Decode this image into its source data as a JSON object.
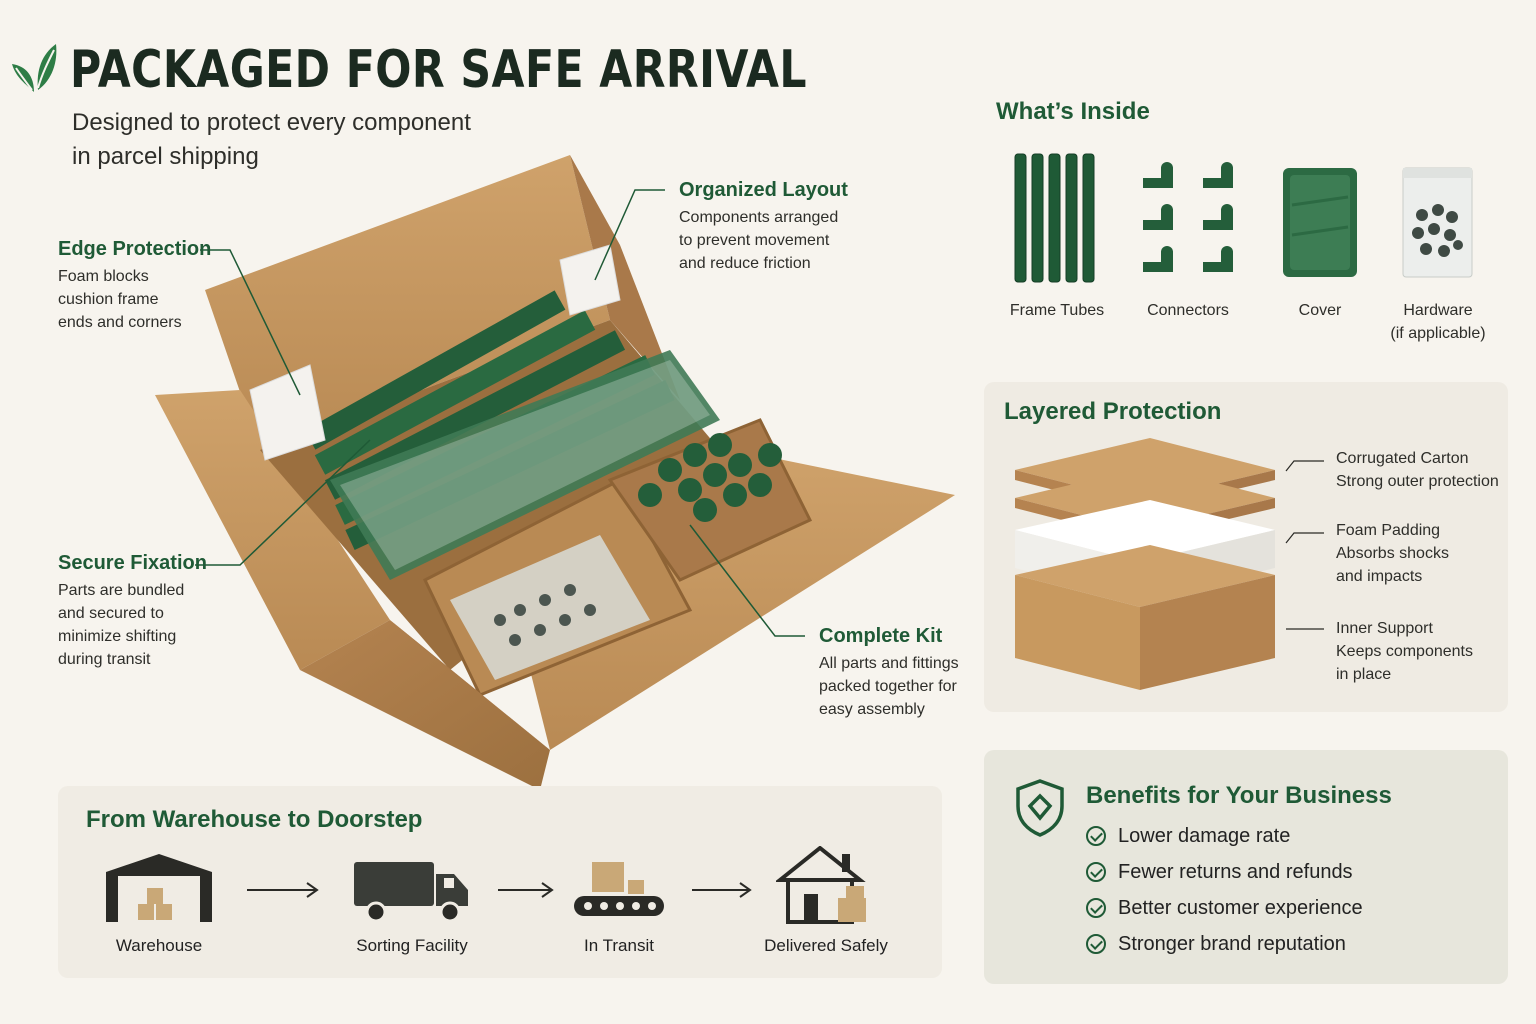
{
  "header": {
    "title": "PACKAGED FOR SAFE ARRIVAL",
    "subtitle_line1": "Designed to protect every component",
    "subtitle_line2": "in parcel shipping",
    "logo_icon": "leaf-icon"
  },
  "callouts": {
    "edge": {
      "title": "Edge Protection",
      "lines": [
        "Foam blocks",
        "cushion frame",
        "ends and corners"
      ]
    },
    "organized": {
      "title": "Organized Layout",
      "lines": [
        "Components arranged",
        "to prevent movement",
        "and reduce friction"
      ]
    },
    "secure": {
      "title": "Secure Fixation",
      "lines": [
        "Parts are bundled",
        "and secured to",
        "minimize shifting",
        "during transit"
      ]
    },
    "complete": {
      "title": "Complete Kit",
      "lines": [
        "All parts and fittings",
        "packed together for",
        "easy assembly"
      ]
    }
  },
  "inside": {
    "title": "What’s Inside",
    "items": [
      {
        "label": "Frame Tubes",
        "label2": ""
      },
      {
        "label": "Connectors",
        "label2": ""
      },
      {
        "label": "Cover",
        "label2": ""
      },
      {
        "label": "Hardware",
        "label2": "(if applicable)"
      }
    ]
  },
  "layers": {
    "title": "Layered Protection",
    "items": [
      {
        "lines": [
          "Corrugated Carton",
          "Strong outer protection"
        ]
      },
      {
        "lines": [
          "Foam Padding",
          "Absorbs shocks",
          "and impacts"
        ]
      },
      {
        "lines": [
          "Inner Support",
          "Keeps components",
          "in place"
        ]
      }
    ]
  },
  "journey": {
    "title": "From Warehouse to Doorstep",
    "steps": [
      "Warehouse",
      "Sorting Facility",
      "In Transit",
      "Delivered Safely"
    ]
  },
  "benefits": {
    "title": "Benefits for Your Business",
    "icon": "shield-icon",
    "items": [
      "Lower damage rate",
      "Fewer returns and refunds",
      "Better customer experience",
      "Stronger brand reputation"
    ]
  },
  "colors": {
    "brand_green": "#1f5a36",
    "cardboard": "#c79a63",
    "background": "#f7f4ee"
  }
}
